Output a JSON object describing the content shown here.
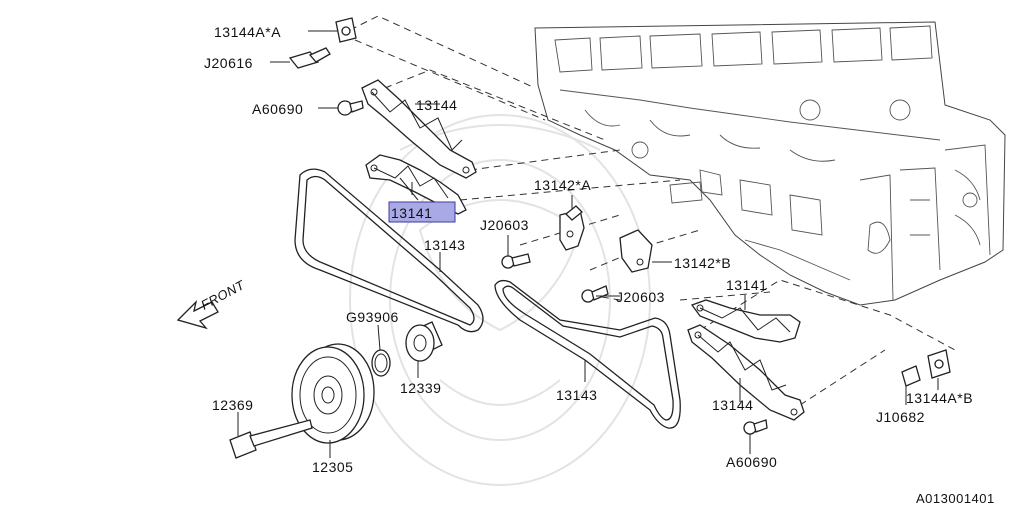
{
  "labels": {
    "p13144a_a": "13144A*A",
    "j20616": "J20616",
    "a60690_top": "A60690",
    "p13144_top": "13144",
    "p13141_top": "13141",
    "p13142_a": "13142*A",
    "j20603_a": "J20603",
    "p13143_top": "13143",
    "p13142_b": "13142*B",
    "j20603_b": "J20603",
    "p13141_right": "13141",
    "front": "FRONT",
    "g93906": "G93906",
    "p12339": "12339",
    "p12369": "12369",
    "p12305": "12305",
    "p13143_bottom": "13143",
    "p13144_bottom": "13144",
    "a60690_bottom": "A60690",
    "j10682": "J10682",
    "p13144a_b": "13144A*B",
    "diagram_id": "A013001401"
  },
  "highlight": {
    "part": "13141",
    "color": "#a9a9e6"
  }
}
